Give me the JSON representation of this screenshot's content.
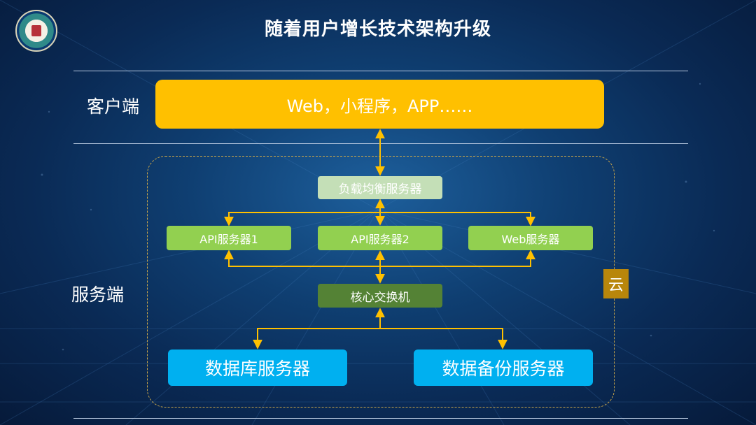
{
  "title": "随着用户增长技术架构升级",
  "labels": {
    "client": "客户端",
    "server": "服务端"
  },
  "client_box": "Web，小程序，APP……",
  "nodes": {
    "load_balancer": "负载均衡服务器",
    "api_server_1": "API服务器1",
    "api_server_2": "API服务器2",
    "web_server": "Web服务器",
    "core_switch": "核心交换机",
    "database_server": "数据库服务器",
    "backup_server": "数据备份服务器"
  },
  "cloud_label": "云",
  "colors": {
    "client_box": "#ffc000",
    "load_balancer": "#c4dfb7",
    "app_servers": "#92d050",
    "core_switch": "#548235",
    "storage": "#00b0f0",
    "cloud_tag": "#b8860b",
    "connector": "#ffc000"
  }
}
